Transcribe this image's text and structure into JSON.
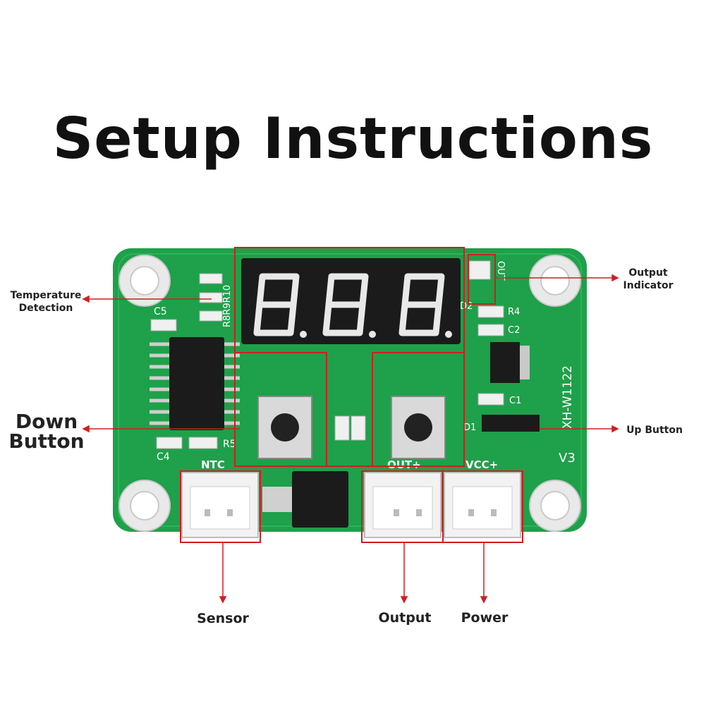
{
  "title": "Setup Instructions",
  "callouts": {
    "temperature_detection": "Temperature\nDetection",
    "down_button": "Down\nButton",
    "output_indicator": "Output\nIndicator",
    "up_button": "Up Button",
    "sensor": "Sensor",
    "output": "Output",
    "power": "Power"
  },
  "board": {
    "model": "XH-W1122",
    "version": "V3",
    "silkscreen": {
      "ntc": "NTC",
      "out": "OUT+",
      "vcc": "VCC+",
      "c5": "C5",
      "c4": "C4",
      "r5": "R5",
      "r8r9r10": "R8R9R10",
      "d2": "D2",
      "r4": "R4",
      "c2": "C2",
      "c1": "C1",
      "d1": "D1",
      "out_led": "OUT"
    },
    "display_digits": [
      "8.",
      "8.",
      "8."
    ]
  },
  "colors": {
    "pcb": "#1fa04a",
    "pcb_dark": "#138a3a",
    "callout": "#d01e1e",
    "display": "#1b1b1b",
    "segment": "#e8e8e8"
  }
}
